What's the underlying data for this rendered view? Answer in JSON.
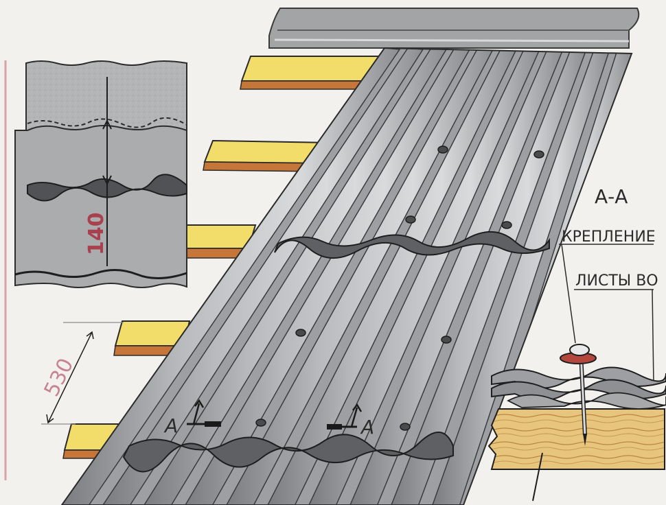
{
  "labels": {
    "section_title": "А-А",
    "fastening": "КРЕПЛЕНИЕ",
    "sheets": "ЛИСТЫ ВО",
    "section_mark_left": "А",
    "section_mark_right": "А"
  },
  "dimensions": {
    "overlap": "140",
    "batten_spacing": "530"
  },
  "colors": {
    "sheet": "#a9abad",
    "sheet_dark": "#6e7073",
    "sheet_light": "#d2d4d6",
    "batten": "#f2dc6a",
    "batten_edge": "#c7763a",
    "wood": "#e7c27a",
    "dimension_red": "#a8404e",
    "washer": "#b3473e",
    "frame_red": "#d7a3a8"
  }
}
